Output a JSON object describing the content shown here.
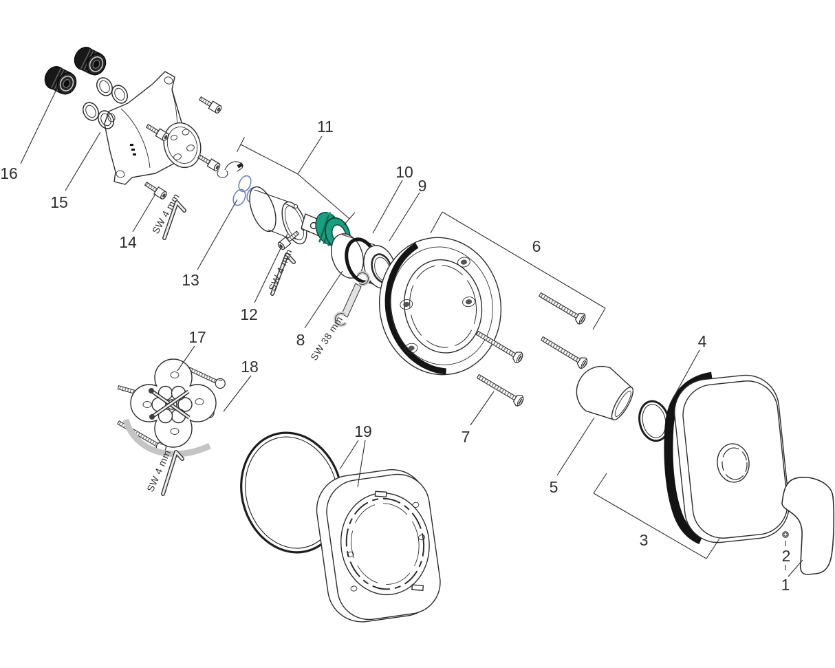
{
  "diagram": {
    "background_color": "#ffffff",
    "line_color": "#2b2b2b",
    "accent_colors": {
      "cartridge_nut_green": "#1a9e80",
      "retaining_clip_blue": "#7288c2"
    },
    "callouts": {
      "1": "1",
      "2": "2",
      "3": "3",
      "4": "4",
      "5": "5",
      "6": "6",
      "7": "7",
      "8": "8",
      "9": "9",
      "10": "10",
      "11": "11",
      "12": "12",
      "13": "13",
      "14": "14",
      "15": "15",
      "16": "16",
      "17": "17",
      "18": "18",
      "19": "19"
    },
    "tool_labels": {
      "allen_key": "SW 4 mm",
      "open_end_wrench": "SW 38 mm"
    }
  }
}
